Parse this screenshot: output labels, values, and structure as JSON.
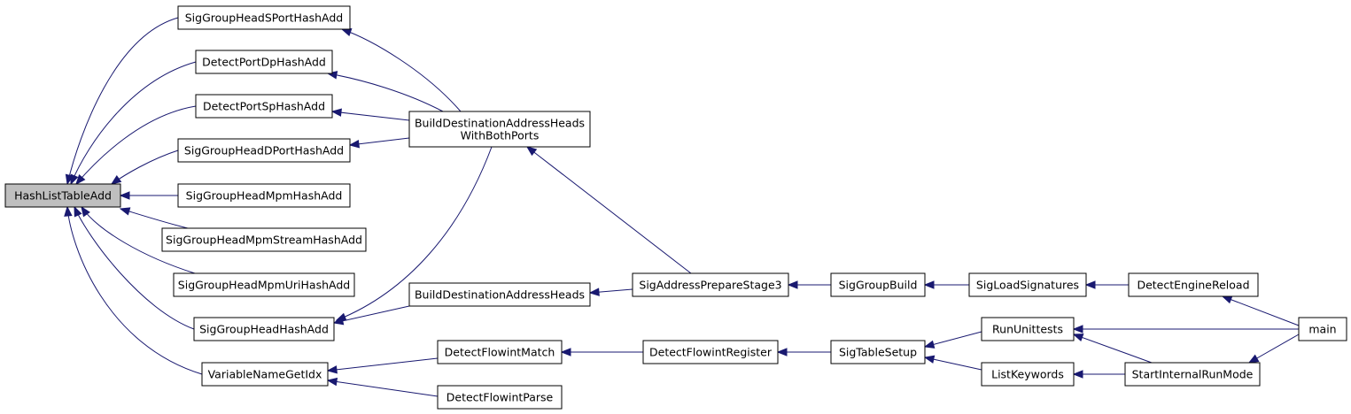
{
  "graph": {
    "root": "HashListTableAdd",
    "nodes": [
      {
        "id": "HashListTableAdd",
        "lines": [
          "HashListTableAdd"
        ],
        "root": true
      },
      {
        "id": "SigGroupHeadSPortHashAdd",
        "lines": [
          "SigGroupHeadSPortHashAdd"
        ]
      },
      {
        "id": "DetectPortDpHashAdd",
        "lines": [
          "DetectPortDpHashAdd"
        ]
      },
      {
        "id": "DetectPortSpHashAdd",
        "lines": [
          "DetectPortSpHashAdd"
        ]
      },
      {
        "id": "SigGroupHeadDPortHashAdd",
        "lines": [
          "SigGroupHeadDPortHashAdd"
        ]
      },
      {
        "id": "SigGroupHeadMpmHashAdd",
        "lines": [
          "SigGroupHeadMpmHashAdd"
        ]
      },
      {
        "id": "SigGroupHeadMpmStreamHashAdd",
        "lines": [
          "SigGroupHeadMpmStreamHashAdd"
        ]
      },
      {
        "id": "SigGroupHeadMpmUriHashAdd",
        "lines": [
          "SigGroupHeadMpmUriHashAdd"
        ]
      },
      {
        "id": "SigGroupHeadHashAdd",
        "lines": [
          "SigGroupHeadHashAdd"
        ]
      },
      {
        "id": "VariableNameGetIdx",
        "lines": [
          "VariableNameGetIdx"
        ]
      },
      {
        "id": "BuildDestinationAddressHeadsWithBothPorts",
        "lines": [
          "BuildDestinationAddressHeads",
          "WithBothPorts"
        ]
      },
      {
        "id": "BuildDestinationAddressHeads",
        "lines": [
          "BuildDestinationAddressHeads"
        ]
      },
      {
        "id": "DetectFlowintMatch",
        "lines": [
          "DetectFlowintMatch"
        ]
      },
      {
        "id": "DetectFlowintParse",
        "lines": [
          "DetectFlowintParse"
        ]
      },
      {
        "id": "SigAddressPrepareStage3",
        "lines": [
          "SigAddressPrepareStage3"
        ]
      },
      {
        "id": "DetectFlowintRegister",
        "lines": [
          "DetectFlowintRegister"
        ]
      },
      {
        "id": "SigGroupBuild",
        "lines": [
          "SigGroupBuild"
        ]
      },
      {
        "id": "SigTableSetup",
        "lines": [
          "SigTableSetup"
        ]
      },
      {
        "id": "SigLoadSignatures",
        "lines": [
          "SigLoadSignatures"
        ]
      },
      {
        "id": "RunUnittests",
        "lines": [
          "RunUnittests"
        ]
      },
      {
        "id": "ListKeywords",
        "lines": [
          "ListKeywords"
        ]
      },
      {
        "id": "DetectEngineReload",
        "lines": [
          "DetectEngineReload"
        ]
      },
      {
        "id": "StartInternalRunMode",
        "lines": [
          "StartInternalRunMode"
        ]
      },
      {
        "id": "main",
        "lines": [
          "main"
        ]
      }
    ],
    "edges": [
      {
        "from": "SigGroupHeadSPortHashAdd",
        "to": "HashListTableAdd"
      },
      {
        "from": "DetectPortDpHashAdd",
        "to": "HashListTableAdd"
      },
      {
        "from": "DetectPortSpHashAdd",
        "to": "HashListTableAdd"
      },
      {
        "from": "SigGroupHeadDPortHashAdd",
        "to": "HashListTableAdd"
      },
      {
        "from": "SigGroupHeadMpmHashAdd",
        "to": "HashListTableAdd"
      },
      {
        "from": "SigGroupHeadMpmStreamHashAdd",
        "to": "HashListTableAdd"
      },
      {
        "from": "SigGroupHeadMpmUriHashAdd",
        "to": "HashListTableAdd"
      },
      {
        "from": "SigGroupHeadHashAdd",
        "to": "HashListTableAdd"
      },
      {
        "from": "VariableNameGetIdx",
        "to": "HashListTableAdd"
      },
      {
        "from": "BuildDestinationAddressHeadsWithBothPorts",
        "to": "SigGroupHeadSPortHashAdd"
      },
      {
        "from": "BuildDestinationAddressHeadsWithBothPorts",
        "to": "DetectPortDpHashAdd"
      },
      {
        "from": "BuildDestinationAddressHeadsWithBothPorts",
        "to": "DetectPortSpHashAdd"
      },
      {
        "from": "BuildDestinationAddressHeadsWithBothPorts",
        "to": "SigGroupHeadDPortHashAdd"
      },
      {
        "from": "BuildDestinationAddressHeadsWithBothPorts",
        "to": "SigGroupHeadHashAdd"
      },
      {
        "from": "BuildDestinationAddressHeads",
        "to": "SigGroupHeadHashAdd"
      },
      {
        "from": "DetectFlowintMatch",
        "to": "VariableNameGetIdx"
      },
      {
        "from": "DetectFlowintParse",
        "to": "VariableNameGetIdx"
      },
      {
        "from": "SigAddressPrepareStage3",
        "to": "BuildDestinationAddressHeadsWithBothPorts"
      },
      {
        "from": "SigAddressPrepareStage3",
        "to": "BuildDestinationAddressHeads"
      },
      {
        "from": "DetectFlowintRegister",
        "to": "DetectFlowintMatch"
      },
      {
        "from": "SigGroupBuild",
        "to": "SigAddressPrepareStage3"
      },
      {
        "from": "SigTableSetup",
        "to": "DetectFlowintRegister"
      },
      {
        "from": "SigLoadSignatures",
        "to": "SigGroupBuild"
      },
      {
        "from": "RunUnittests",
        "to": "SigTableSetup"
      },
      {
        "from": "ListKeywords",
        "to": "SigTableSetup"
      },
      {
        "from": "DetectEngineReload",
        "to": "SigLoadSignatures"
      },
      {
        "from": "main",
        "to": "DetectEngineReload"
      },
      {
        "from": "main",
        "to": "RunUnittests"
      },
      {
        "from": "StartInternalRunMode",
        "to": "RunUnittests"
      },
      {
        "from": "StartInternalRunMode",
        "to": "ListKeywords"
      },
      {
        "from": "main",
        "to": "StartInternalRunMode"
      }
    ]
  },
  "colors": {
    "edge": "#191970",
    "root_fill": "#bfbfbf",
    "node_fill": "#ffffff",
    "node_border": "#000000"
  }
}
